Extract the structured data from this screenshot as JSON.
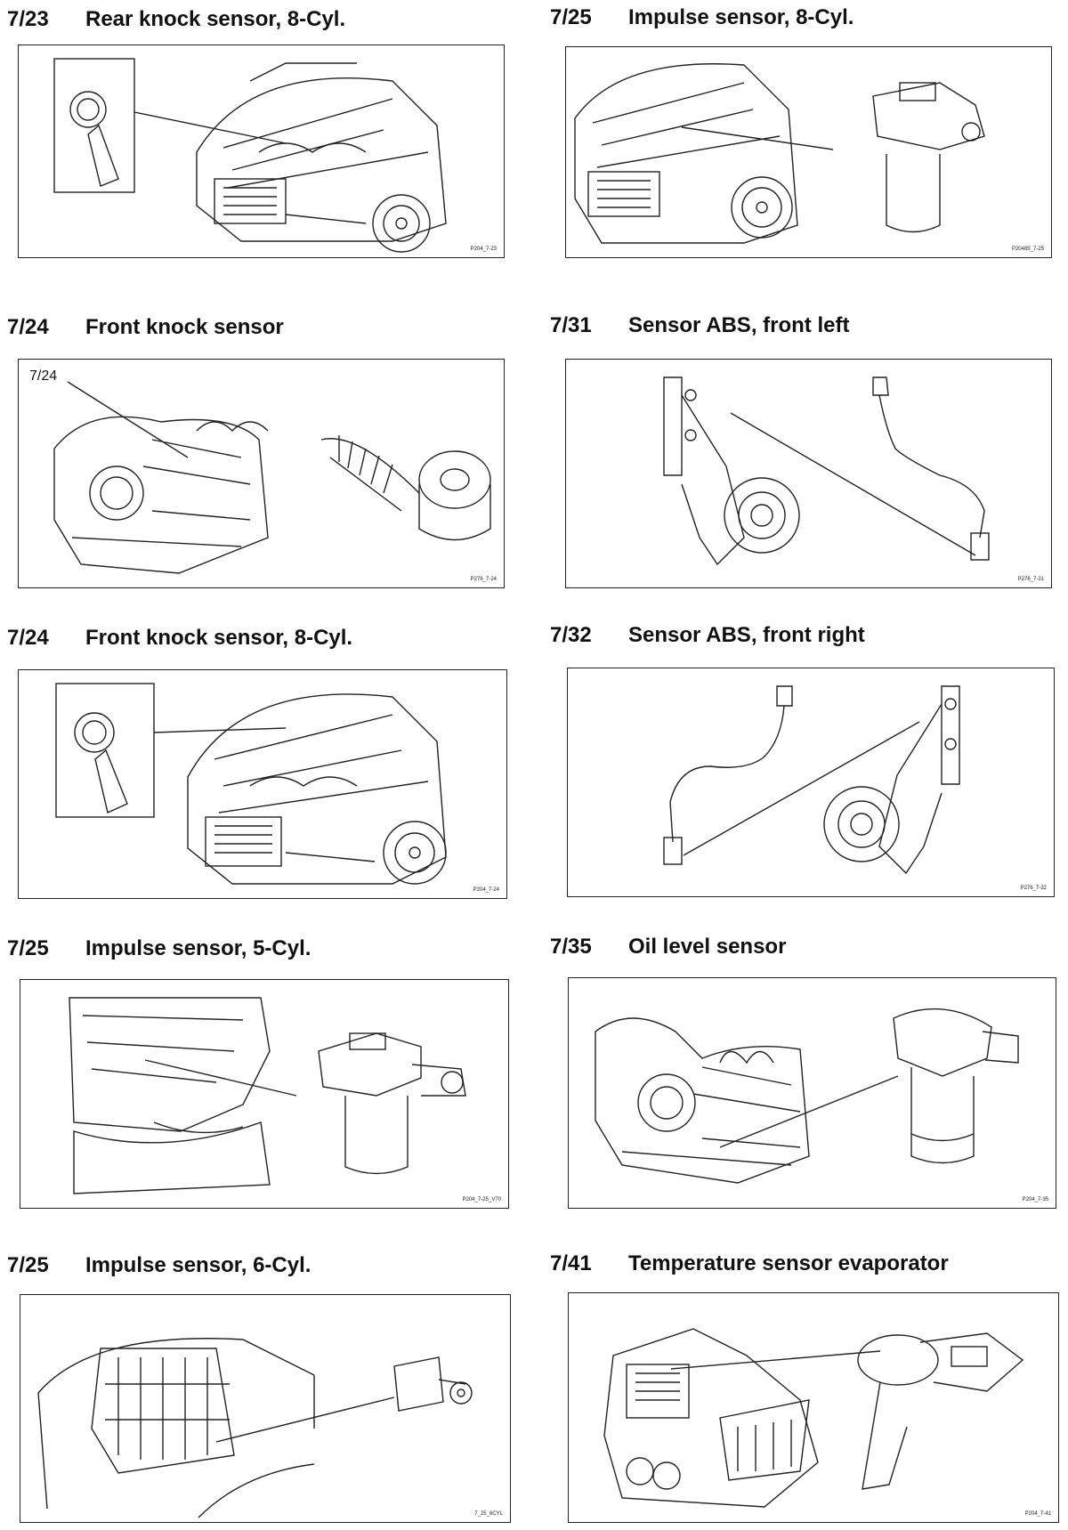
{
  "sections": [
    {
      "code": "7/23",
      "title": "Rear knock sensor, 8-Cyl.",
      "ref": "P204_7-23"
    },
    {
      "code": "7/25",
      "title": "Impulse sensor, 8-Cyl.",
      "ref": "P20485_7-25"
    },
    {
      "code": "7/24",
      "title": "Front knock sensor",
      "ref": "P276_7-24",
      "callout": "7/24"
    },
    {
      "code": "7/31",
      "title": "Sensor ABS, front left",
      "ref": "P276_7-31"
    },
    {
      "code": "7/24",
      "title": "Front knock sensor, 8-Cyl.",
      "ref": "P204_7-24"
    },
    {
      "code": "7/32",
      "title": "Sensor ABS, front right",
      "ref": "P276_7-32"
    },
    {
      "code": "7/25",
      "title": "Impulse sensor, 5-Cyl.",
      "ref": "P204_7-25_V70"
    },
    {
      "code": "7/35",
      "title": "Oil level sensor",
      "ref": "P204_7-35"
    },
    {
      "code": "7/25",
      "title": "Impulse sensor, 6-Cyl.",
      "ref": "7_25_6CYL"
    },
    {
      "code": "7/41",
      "title": "Temperature sensor evaporator",
      "ref": "P204_7-41"
    }
  ]
}
